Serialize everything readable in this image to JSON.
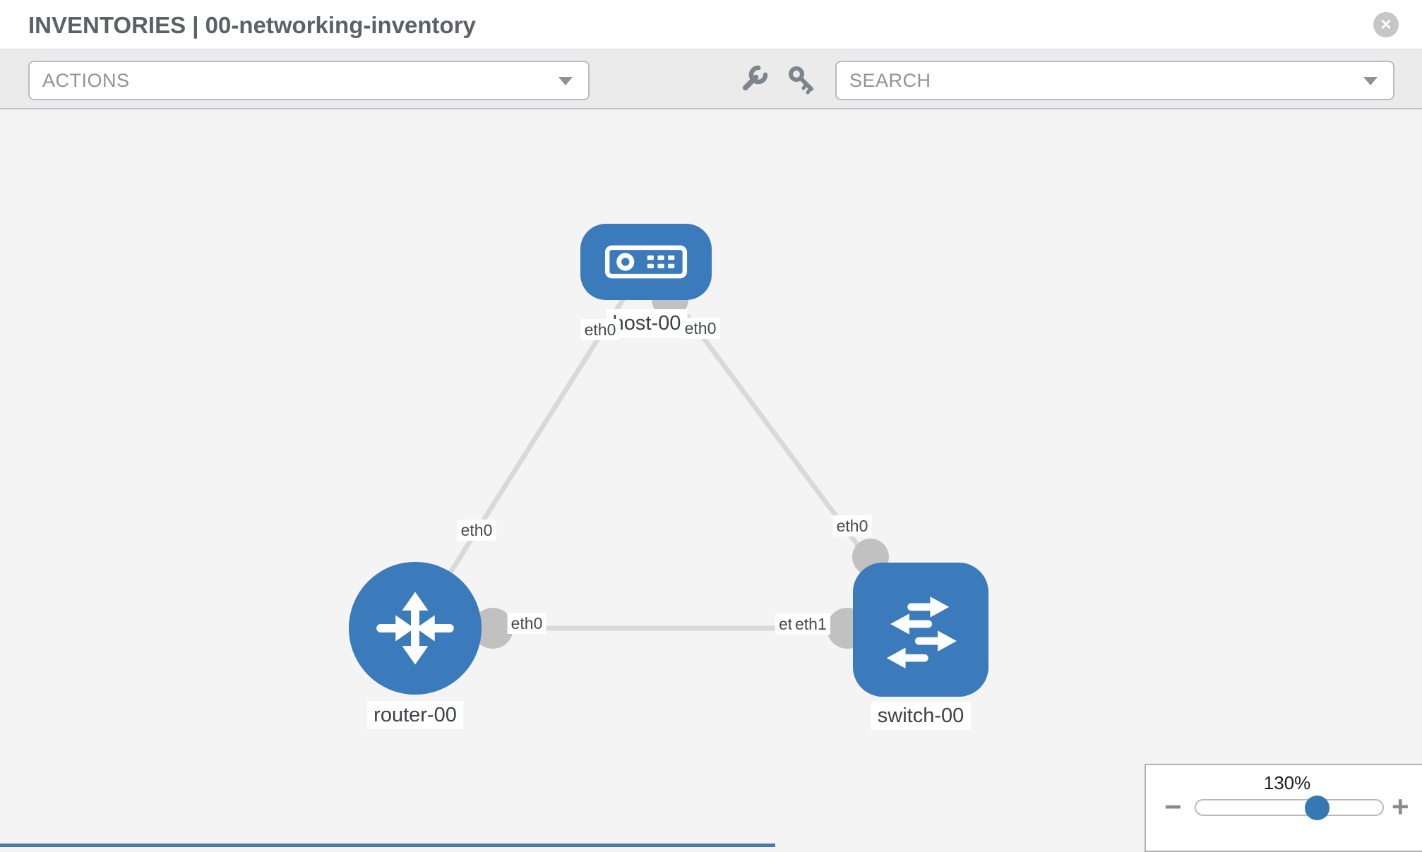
{
  "header": {
    "title": "INVENTORIES | 00-networking-inventory",
    "close_glyph": "✕"
  },
  "toolbar": {
    "actions_label": "ACTIONS",
    "search_label": "SEARCH"
  },
  "colors": {
    "node_blue": "#3b7abb",
    "link_gray": "#d9d9d9",
    "interface_gray": "#c1c1c1",
    "slider_handle_blue": "#3678b3",
    "toolbar_icon_gray": "#7e848d"
  },
  "topology": {
    "nodes": [
      {
        "label": "host-00",
        "type": "host"
      },
      {
        "label": "router-00",
        "type": "router"
      },
      {
        "label": "switch-00",
        "type": "switch"
      }
    ],
    "interfaces": {
      "host_left": "eth0",
      "host_right": "eth0",
      "router_host_link": "eth0",
      "switch_host_link": "eth0",
      "router_switch_link": "eth0",
      "switch_back": "eth0",
      "switch_front": "eth1"
    }
  },
  "zoom_control": {
    "level": "130%",
    "minus_glyph": "−",
    "plus_glyph": "+"
  }
}
